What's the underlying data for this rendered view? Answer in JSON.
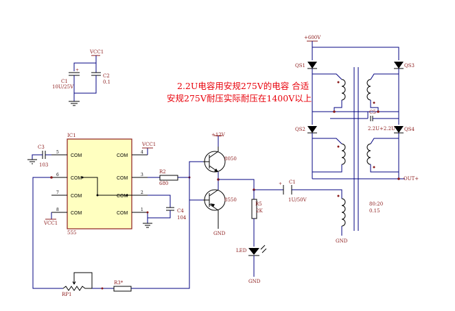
{
  "note": {
    "line1": "2.2U电容用安规275V的电容 合适",
    "line2": "安规275V耐压实际耐压在1400V以上"
  },
  "supply": {
    "vcc_top": "VCC1",
    "c1_name": "C1",
    "c1_value": "10U/25V",
    "c2_name": "C2",
    "c2_value": "0.1"
  },
  "ic": {
    "name": "IC1",
    "part": "555",
    "pin_label": "COM",
    "pins_left": [
      "5",
      "6",
      "7",
      "8"
    ],
    "pins_right": [
      "4",
      "3",
      "2",
      "1"
    ],
    "vcc_right": "VCC1",
    "vcc_left": "VCC1"
  },
  "parts": {
    "c3_name": "C3",
    "c3_value": "103",
    "r2_name": "R2",
    "r2_value": "680",
    "c4_name": "C4",
    "c4_value": "104",
    "q_up_supply": "+12V",
    "q_up": "8050",
    "q_down": "8550",
    "gnd": "GND",
    "r5_name": "R5",
    "r5_value": "2K",
    "led": "LED",
    "c1b_name": "C1",
    "c1b_value": "1U/50V",
    "rp1": "RP1",
    "r3": "R3*"
  },
  "bridge": {
    "hv": "+600V",
    "qs1": "QS1",
    "qs2": "QS2",
    "qs3": "QS3",
    "qs4": "QS4",
    "c5_name": "C5",
    "c5_value": "2.2U+2.2U",
    "out": "OUT+",
    "ratio": "80:20",
    "wire": "0.15"
  }
}
